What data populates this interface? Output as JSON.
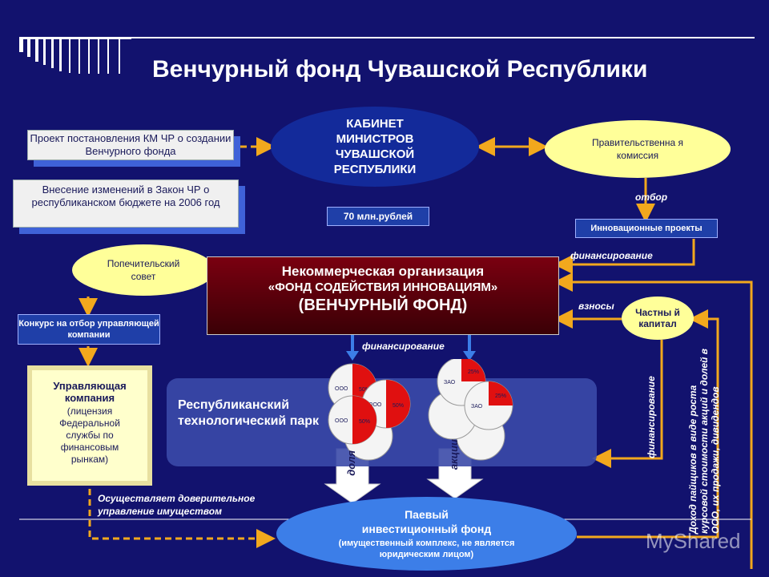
{
  "title": "Венчурный фонд Чувашской Республики",
  "cabinet": "КАБИНЕТ МИНИСТРОВ ЧУВАШСКОЙ РЕСПУБЛИКИ",
  "project_box": "Проект постановления КМ ЧР о создании Венчурного фонда",
  "changes_box": "Внесение изменений в Закон ЧР о республиканском бюджете на 2006 год",
  "gov_commission": "Правительственна я комиссия",
  "amount": "70 млн.рублей",
  "otbor": "отбор",
  "innov_projects": "Инновационные проекты",
  "financing_top": "финансирование",
  "board": "Попечительский совет",
  "nko_line1": "Некоммерческая организация",
  "nko_line2": "«ФОНД СОДЕЙСТВИЯ ИННОВАЦИЯМ»",
  "nko_line3": "(ВЕНЧУРНЫЙ ФОНД)",
  "contributions": "взносы",
  "private_capital": "Частны й капитал",
  "contest": "Конкурс на отбор управляющей компании",
  "financing_mid": "финансирование",
  "mgmt_title": "Управляющая компания",
  "mgmt_sub": "(лицензия Федеральной службы по финансовым рынкам)",
  "tech_park": "Республиканский технологический парк",
  "dolya": "доля",
  "akcii": "акции",
  "financing_vert": "финансирование",
  "income_vert": "Доход пайщиков в виде роста курсовой стоимости акций и долей в ООО, их продажи, дивидендов",
  "trust": "Осуществляет доверительное управление имуществом",
  "pif_title": "Паевый инвестиционный фонд",
  "pif_sub": "(имущественный комплекс, не является юридическим лицом)",
  "watermark": "MyShared",
  "pies": [
    {
      "label": "ООО",
      "pct": "50%"
    },
    {
      "label": "ООО",
      "pct": "50%"
    },
    {
      "label": "ООО",
      "pct": "50%"
    },
    {
      "label": "ЗАО",
      "pct": "25%"
    },
    {
      "label": "ЗАО",
      "pct": "25%"
    }
  ],
  "colors": {
    "background": "#12126e",
    "accent_yellow": "#ffff99",
    "arrow_orange": "#f2a81d",
    "nko_dark_red": "#5a0008",
    "pif_blue": "#3c7ee8",
    "pie_red": "#e01010"
  }
}
